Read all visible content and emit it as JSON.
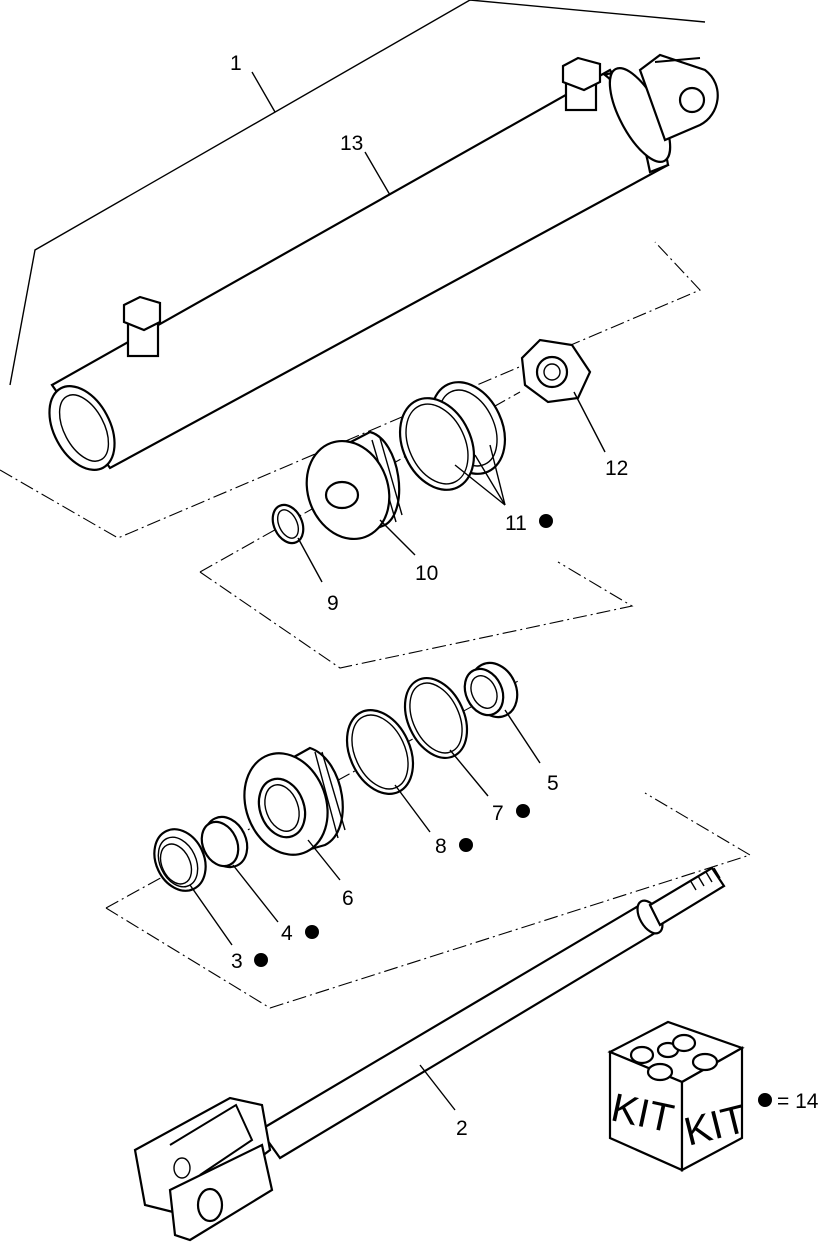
{
  "callouts": {
    "c1": "1",
    "c2": "2",
    "c3": "3",
    "c4": "4",
    "c5": "5",
    "c6": "6",
    "c7": "7",
    "c8": "8",
    "c9": "9",
    "c10": "10",
    "c11": "11",
    "c12": "12",
    "c13": "13"
  },
  "kit": {
    "label_left": "KIT",
    "label_right": "KIT",
    "legend": "= 14"
  }
}
